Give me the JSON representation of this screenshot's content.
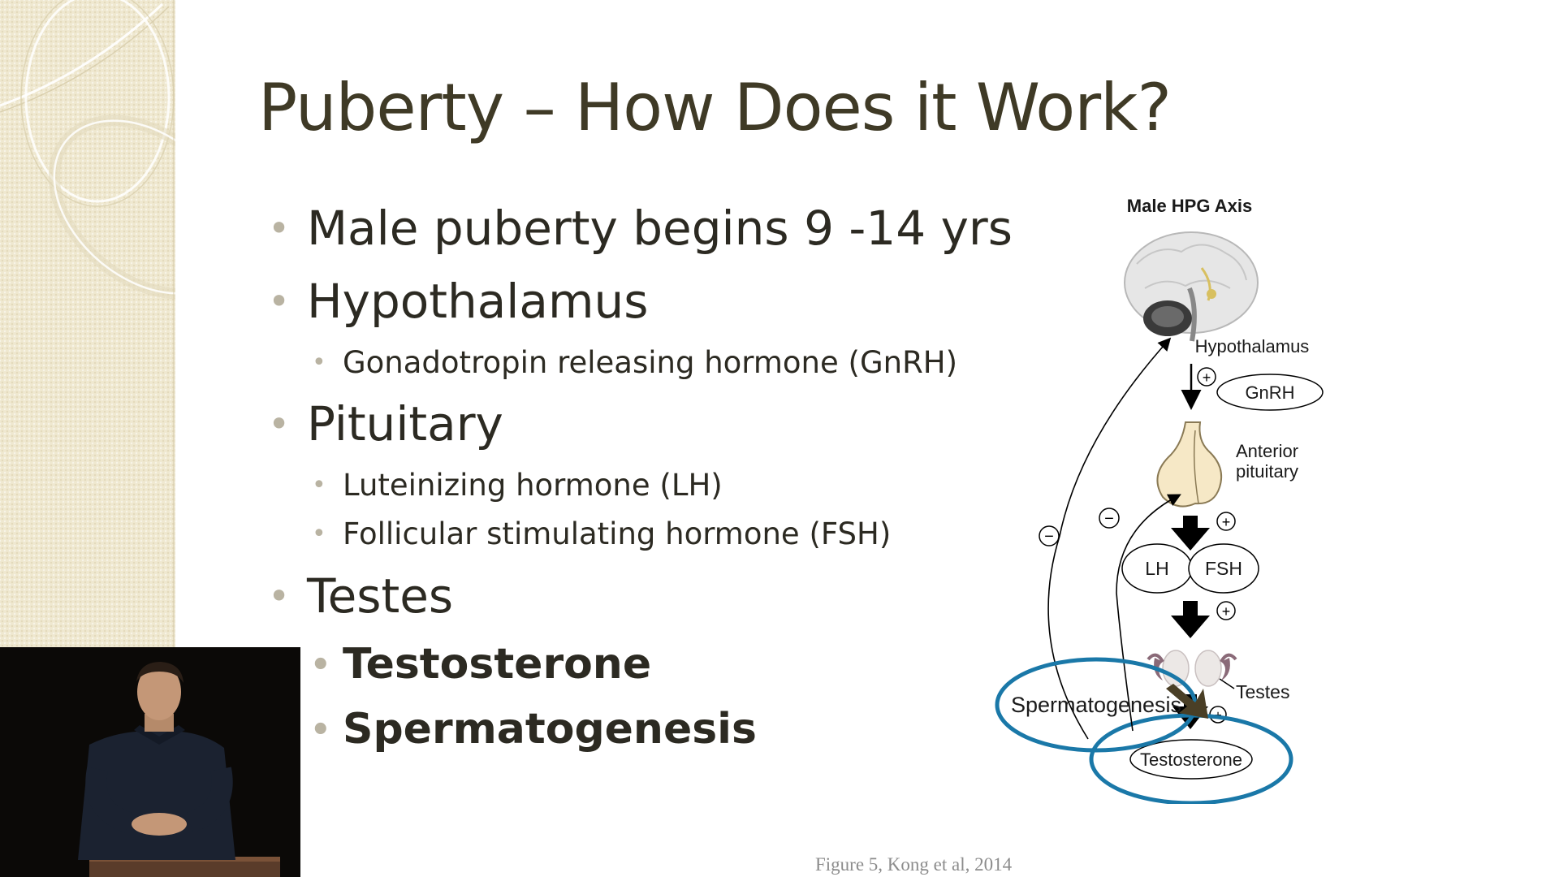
{
  "slide": {
    "title": "Puberty – How Does it Work?",
    "bullets": [
      {
        "level": 1,
        "text": "Male puberty begins 9 -14 yrs"
      },
      {
        "level": 1,
        "text": "Hypothalamus"
      },
      {
        "level": 2,
        "text": "Gonadotropin releasing hormone (GnRH)"
      },
      {
        "level": 1,
        "text": "Pituitary"
      },
      {
        "level": 2,
        "text": "Luteinizing hormone (LH)"
      },
      {
        "level": 2,
        "text": "Follicular stimulating hormone (FSH)"
      },
      {
        "level": 1,
        "text": "Testes"
      },
      {
        "level": 2,
        "text": "Testosterone",
        "bold": true
      },
      {
        "level": 2,
        "text": "Spermatogenesis",
        "bold": true
      }
    ],
    "bullet_glyph": "•",
    "caption": "Figure 5, Kong et al, 2014"
  },
  "diagram": {
    "title": "Male HPG Axis",
    "nodes": {
      "hypothalamus": "Hypothalamus",
      "gnrh": "GnRH",
      "anterior_pituitary_line1": "Anterior",
      "anterior_pituitary_line2": "pituitary",
      "lh": "LH",
      "fsh": "FSH",
      "testes": "Testes",
      "testosterone": "Testosterone",
      "spermatogenesis": "Spermatogenesis"
    },
    "plus_sign": "+",
    "minus_sign": "−",
    "colors": {
      "highlight_ring": "#1a78a8",
      "arrow_fill": "#000000",
      "spermatogenesis_arrow": "#4a3f26",
      "text": "#1a1a1a"
    }
  },
  "video_overlay": {
    "present": true
  }
}
